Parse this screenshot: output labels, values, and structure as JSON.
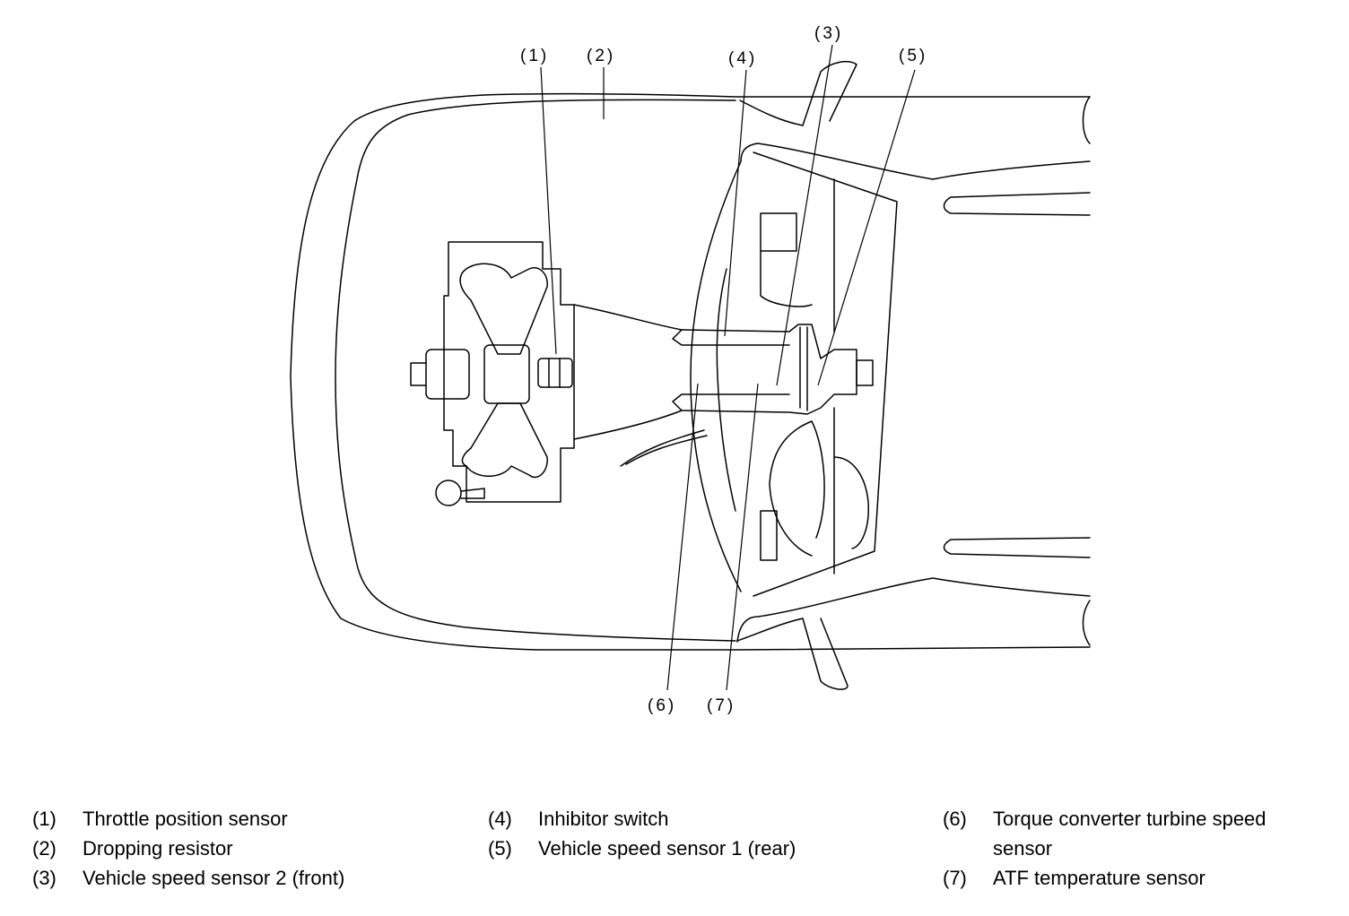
{
  "callouts": [
    {
      "num": "(1)"
    },
    {
      "num": "(2)"
    },
    {
      "num": "(3)"
    },
    {
      "num": "(4)"
    },
    {
      "num": "(5)"
    },
    {
      "num": "(6)"
    },
    {
      "num": "(7)"
    }
  ],
  "legend": [
    {
      "num": "(1)",
      "text": "Throttle position sensor"
    },
    {
      "num": "(2)",
      "text": "Dropping resistor"
    },
    {
      "num": "(3)",
      "text": "Vehicle speed sensor 2 (front)"
    },
    {
      "num": "(4)",
      "text": "Inhibitor switch"
    },
    {
      "num": "(5)",
      "text": "Vehicle speed sensor 1 (rear)"
    },
    {
      "num": "(6)",
      "text": "Torque converter turbine speed sensor"
    },
    {
      "num": "(7)",
      "text": "ATF temperature sensor"
    }
  ]
}
